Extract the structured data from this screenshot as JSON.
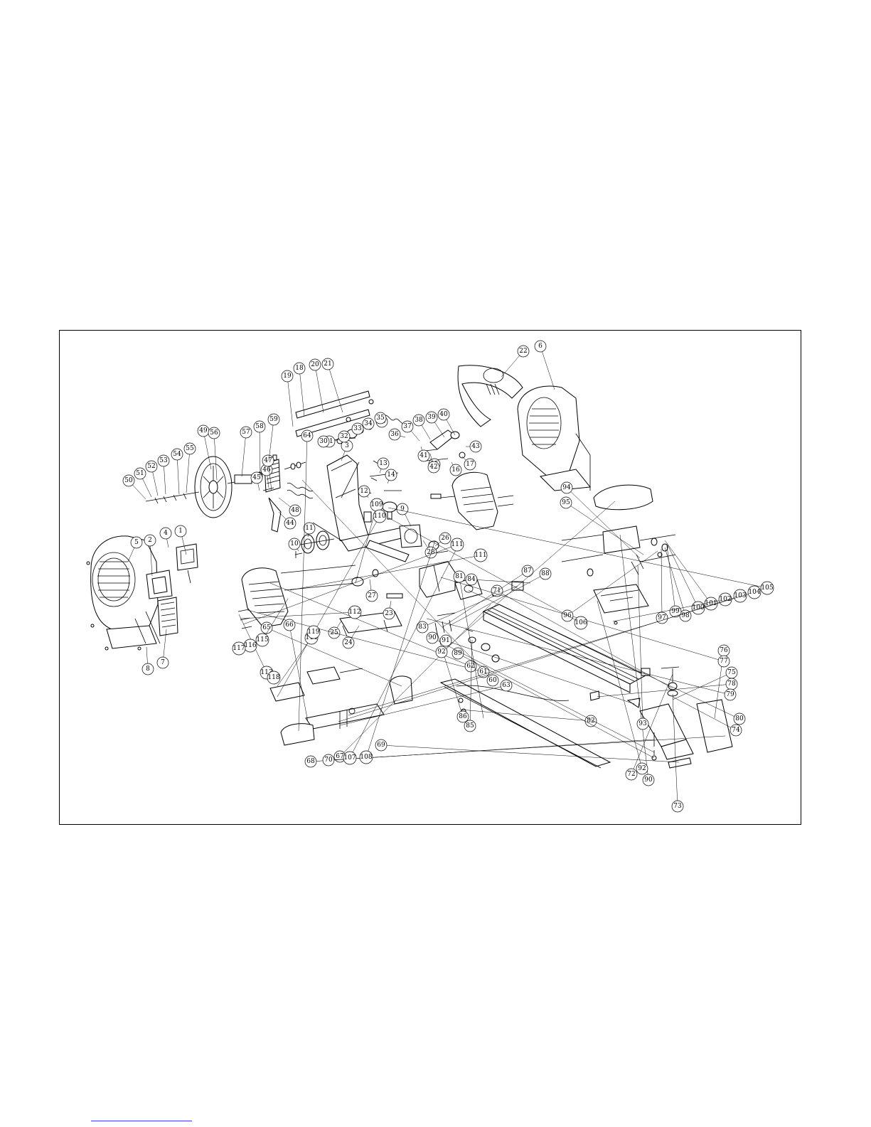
{
  "callouts": [
    {
      "id": "1",
      "x": 1,
      "y": 1
    },
    {
      "id": "2",
      "x": 1,
      "y": 1
    },
    {
      "id": "3",
      "x": 1,
      "y": 1
    },
    {
      "id": "4",
      "x": 1,
      "y": 1
    },
    {
      "id": "5",
      "x": 1,
      "y": 1
    },
    {
      "id": "6",
      "x": 1,
      "y": 1
    },
    {
      "id": "7",
      "x": 1,
      "y": 1
    },
    {
      "id": "8",
      "x": 1,
      "y": 1
    },
    {
      "id": "9",
      "x": 1,
      "y": 1
    },
    {
      "id": "10",
      "x": 1,
      "y": 1
    },
    {
      "id": "11",
      "x": 1,
      "y": 1
    },
    {
      "id": "12",
      "x": 1,
      "y": 1
    },
    {
      "id": "13",
      "x": 1,
      "y": 1
    },
    {
      "id": "14",
      "x": 1,
      "y": 1
    },
    {
      "id": "15",
      "x": 1,
      "y": 1
    },
    {
      "id": "16",
      "x": 1,
      "y": 1
    },
    {
      "id": "17",
      "x": 1,
      "y": 1
    },
    {
      "id": "18",
      "x": 1,
      "y": 1
    },
    {
      "id": "19",
      "x": 1,
      "y": 1
    },
    {
      "id": "20",
      "x": 1,
      "y": 1
    },
    {
      "id": "21",
      "x": 1,
      "y": 1
    },
    {
      "id": "21",
      "x": 1,
      "y": 1
    },
    {
      "id": "22",
      "x": 1,
      "y": 1
    },
    {
      "id": "23",
      "x": 1,
      "y": 1
    },
    {
      "id": "24",
      "x": 1,
      "y": 1
    },
    {
      "id": "25",
      "x": 1,
      "y": 1
    },
    {
      "id": "26",
      "x": 1,
      "y": 1
    },
    {
      "id": "27",
      "x": 1,
      "y": 1
    },
    {
      "id": "28",
      "x": 1,
      "y": 1
    },
    {
      "id": "29",
      "x": 1,
      "y": 1
    },
    {
      "id": "30",
      "x": 1,
      "y": 1
    },
    {
      "id": "32",
      "x": 1,
      "y": 1
    },
    {
      "id": "33",
      "x": 1,
      "y": 1
    },
    {
      "id": "34",
      "x": 1,
      "y": 1
    },
    {
      "id": "35",
      "x": 1,
      "y": 1
    },
    {
      "id": "36",
      "x": 1,
      "y": 1
    },
    {
      "id": "37",
      "x": 1,
      "y": 1
    },
    {
      "id": "38",
      "x": 1,
      "y": 1
    },
    {
      "id": "39",
      "x": 1,
      "y": 1
    },
    {
      "id": "40",
      "x": 1,
      "y": 1
    },
    {
      "id": "41",
      "x": 1,
      "y": 1
    },
    {
      "id": "42",
      "x": 1,
      "y": 1
    },
    {
      "id": "43",
      "x": 1,
      "y": 1
    },
    {
      "id": "44",
      "x": 1,
      "y": 1
    },
    {
      "id": "45",
      "x": 1,
      "y": 1
    },
    {
      "id": "46",
      "x": 1,
      "y": 1
    },
    {
      "id": "47",
      "x": 1,
      "y": 1
    },
    {
      "id": "48",
      "x": 1,
      "y": 1
    },
    {
      "id": "49",
      "x": 1,
      "y": 1
    },
    {
      "id": "50",
      "x": 1,
      "y": 1
    },
    {
      "id": "51",
      "x": 1,
      "y": 1
    },
    {
      "id": "52",
      "x": 1,
      "y": 1
    },
    {
      "id": "53",
      "x": 1,
      "y": 1
    },
    {
      "id": "54",
      "x": 1,
      "y": 1
    },
    {
      "id": "55",
      "x": 1,
      "y": 1
    },
    {
      "id": "56",
      "x": 1,
      "y": 1
    },
    {
      "id": "57",
      "x": 1,
      "y": 1
    },
    {
      "id": "58",
      "x": 1,
      "y": 1
    },
    {
      "id": "59",
      "x": 1,
      "y": 1
    },
    {
      "id": "60",
      "x": 1,
      "y": 1
    },
    {
      "id": "61",
      "x": 1,
      "y": 1
    },
    {
      "id": "62",
      "x": 1,
      "y": 1
    },
    {
      "id": "63",
      "x": 1,
      "y": 1
    },
    {
      "id": "64",
      "x": 1,
      "y": 1
    },
    {
      "id": "65",
      "x": 1,
      "y": 1
    },
    {
      "id": "66",
      "x": 1,
      "y": 1
    },
    {
      "id": "67",
      "x": 1,
      "y": 1
    },
    {
      "id": "68",
      "x": 1,
      "y": 1
    },
    {
      "id": "69",
      "x": 1,
      "y": 1
    },
    {
      "id": "70",
      "x": 1,
      "y": 1
    },
    {
      "id": "71",
      "x": 1,
      "y": 1
    },
    {
      "id": "72",
      "x": 1,
      "y": 1
    },
    {
      "id": "73",
      "x": 1,
      "y": 1
    },
    {
      "id": "74",
      "x": 1,
      "y": 1
    },
    {
      "id": "75",
      "x": 1,
      "y": 1
    },
    {
      "id": "76",
      "x": 1,
      "y": 1
    },
    {
      "id": "77",
      "x": 1,
      "y": 1
    },
    {
      "id": "78",
      "x": 1,
      "y": 1
    },
    {
      "id": "79",
      "x": 1,
      "y": 1
    },
    {
      "id": "80",
      "x": 1,
      "y": 1
    },
    {
      "id": "81",
      "x": 1,
      "y": 1
    },
    {
      "id": "82",
      "x": 1,
      "y": 1
    },
    {
      "id": "83",
      "x": 1,
      "y": 1
    },
    {
      "id": "84",
      "x": 1,
      "y": 1
    },
    {
      "id": "85",
      "x": 1,
      "y": 1
    },
    {
      "id": "86",
      "x": 1,
      "y": 1
    },
    {
      "id": "87",
      "x": 1,
      "y": 1
    },
    {
      "id": "88",
      "x": 1,
      "y": 1
    },
    {
      "id": "89",
      "x": 1,
      "y": 1
    },
    {
      "id": "90",
      "x": 1,
      "y": 1
    },
    {
      "id": "91",
      "x": 1,
      "y": 1
    },
    {
      "id": "92",
      "x": 1,
      "y": 1
    },
    {
      "id": "90",
      "x": 1,
      "y": 1
    },
    {
      "id": "92",
      "x": 1,
      "y": 1
    },
    {
      "id": "93",
      "x": 1,
      "y": 1
    },
    {
      "id": "94",
      "x": 1,
      "y": 1
    },
    {
      "id": "95",
      "x": 1,
      "y": 1
    },
    {
      "id": "96",
      "x": 1,
      "y": 1
    },
    {
      "id": "97",
      "x": 1,
      "y": 1
    },
    {
      "id": "98",
      "x": 1,
      "y": 1
    },
    {
      "id": "99",
      "x": 1,
      "y": 1
    },
    {
      "id": "100",
      "x": 1,
      "y": 1
    },
    {
      "id": "101",
      "x": 1,
      "y": 1
    },
    {
      "id": "102",
      "x": 1,
      "y": 1
    },
    {
      "id": "103",
      "x": 1,
      "y": 1
    },
    {
      "id": "104",
      "x": 1,
      "y": 1
    },
    {
      "id": "105",
      "x": 1,
      "y": 1
    },
    {
      "id": "106",
      "x": 1,
      "y": 1
    },
    {
      "id": "107",
      "x": 1,
      "y": 1
    },
    {
      "id": "108",
      "x": 1,
      "y": 1
    },
    {
      "id": "109",
      "x": 1,
      "y": 1
    },
    {
      "id": "110",
      "x": 1,
      "y": 1
    },
    {
      "id": "111",
      "x": 1,
      "y": 1
    },
    {
      "id": "111",
      "x": 1,
      "y": 1
    },
    {
      "id": "112",
      "x": 1,
      "y": 1
    },
    {
      "id": "113",
      "x": 1,
      "y": 1
    },
    {
      "id": "114",
      "x": 1,
      "y": 1
    },
    {
      "id": "115",
      "x": 1,
      "y": 1
    },
    {
      "id": "116",
      "x": 1,
      "y": 1
    },
    {
      "id": "117",
      "x": 1,
      "y": 1
    },
    {
      "id": "118",
      "x": 1,
      "y": 1
    },
    {
      "id": "119",
      "x": 1,
      "y": 1
    }
  ]
}
